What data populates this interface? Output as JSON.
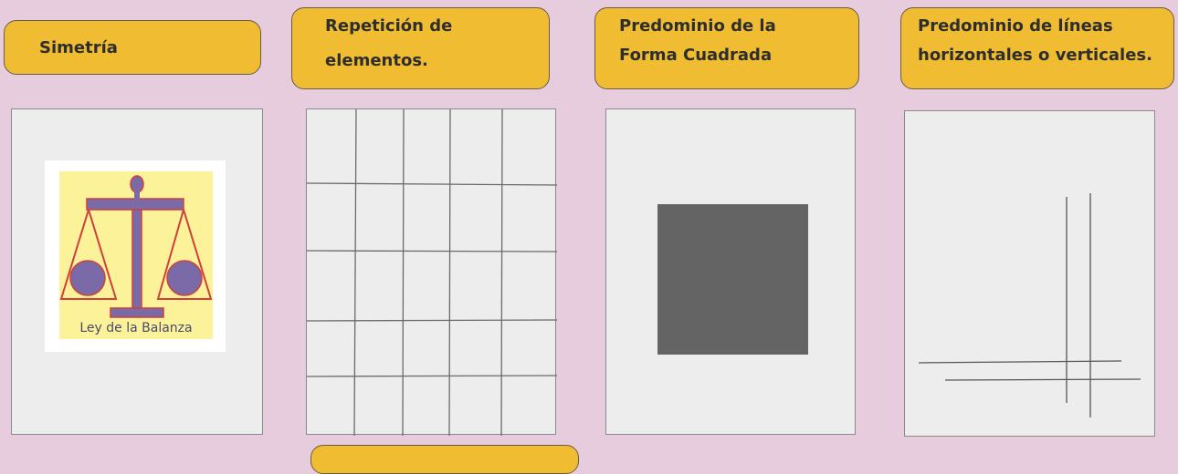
{
  "labels": {
    "simetria": "Simetría",
    "repeticion_1": "Repetición de",
    "repeticion_2": "elementos.",
    "cuadrada_1": "Predominio de la",
    "cuadrada_2": "Forma Cuadrada",
    "lineas_1": "Predominio de líneas",
    "lineas_2": "horizontales o verticales."
  },
  "balanza": {
    "caption": "Ley de la Balanza"
  },
  "colors": {
    "background": "#e6ccdc",
    "label_fill": "#f0bc32",
    "panel_fill": "#ededed",
    "square_fill": "#646464",
    "balance_bg": "#fbf29a",
    "balance_body": "#7a6aa8",
    "balance_outline": "#d0403a"
  },
  "icons": {
    "balanza": "balance-scale-icon"
  }
}
